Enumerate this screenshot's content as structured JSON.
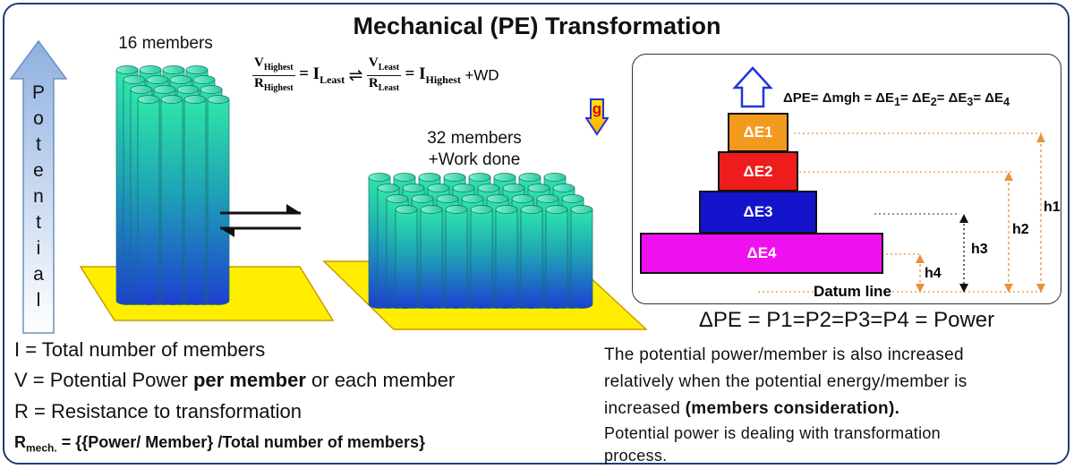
{
  "title": "Mechanical  (PE) Transformation",
  "potential_letters": [
    "P",
    "o",
    "t",
    "e",
    "n",
    "t",
    "i",
    "a",
    "l"
  ],
  "left_stack": {
    "label": "16 members",
    "rows": 4,
    "cols": 4
  },
  "right_stack": {
    "label_line1": "32 members",
    "label_line2": "+Work done",
    "rows": 4,
    "cols": 8
  },
  "equation": {
    "v_highest": "V",
    "v_highest_sub": "Highest",
    "r_highest": "R",
    "r_highest_sub": "Highest",
    "i_least": "= I",
    "i_least_sub": "Least",
    "equilibrium": "⇌",
    "v_least": "V",
    "v_least_sub": "Least",
    "r_least": "R",
    "r_least_sub": "Least",
    "i_highest": "= I",
    "i_highest_sub": "Highest",
    "wd": "+WD"
  },
  "gravity_label": "g",
  "energy": {
    "delta_pe": "ΔPE= Δmgh = ΔE",
    "terms": [
      {
        "sub": "1",
        "sep": "= ΔE"
      },
      {
        "sub": "2",
        "sep": "= ΔE"
      },
      {
        "sub": "3",
        "sep": "= ΔE"
      },
      {
        "sub": "4",
        "sep": ""
      }
    ],
    "steps": [
      {
        "label": "ΔE1",
        "color": "#f39a1e"
      },
      {
        "label": "ΔE2",
        "color": "#ee1c1c"
      },
      {
        "label": "ΔE3",
        "color": "#1414cc"
      },
      {
        "label": "ΔE4",
        "color": "#ee10ee"
      }
    ],
    "heights": [
      "h1",
      "h2",
      "h3",
      "h4"
    ],
    "datum": "Datum line"
  },
  "power_eq": "ΔPE = P1=P2=P3=P4 = Power",
  "definitions": {
    "i_def": "I = Total number of members",
    "v_pre": "V = Potential  Power ",
    "v_bold": "per member",
    "v_post": " or each member",
    "r_def": "R = Resistance to transformation",
    "rmech_r": "R",
    "rmech_sub": "mech.",
    "rmech_rest": " = {{Power/ Member} /Total number of members}"
  },
  "explanation": {
    "line1": "The potential power/member is also increased",
    "line2": "relatively when the potential energy/member  is",
    "line3_pre": "increased ",
    "line3_bold": "(members consideration).",
    "line4": "Potential power is dealing with transformation",
    "line5": "process."
  }
}
